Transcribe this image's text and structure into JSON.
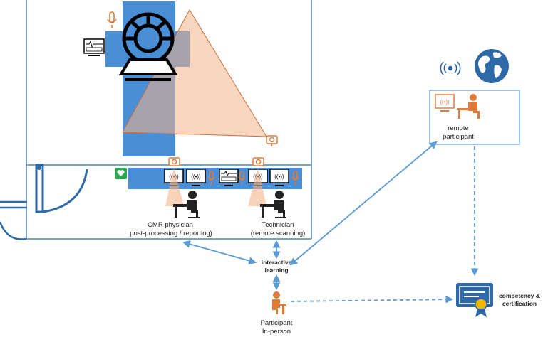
{
  "labels": {
    "cmr_physician_line1": "CMR physician",
    "cmr_physician_line2": "post-processing / reporting)",
    "technician_line1": "Technician",
    "technician_line2": "(remote scanning)",
    "remote_participant_line1": "remote",
    "remote_participant_line2": "participant",
    "interactive_line1": "interactive",
    "interactive_line2": "learning",
    "participant_line1": "Participant",
    "participant_line2": "In-person",
    "competency_line1": "competency &",
    "competency_line2": "certification"
  },
  "colors": {
    "blue": "#4a8fd6",
    "dark_blue": "#2f6aa8",
    "arrow_blue": "#5b9bd5",
    "orange": "#e07b39",
    "cone": "#f4b48a",
    "green": "#2aa84a"
  },
  "icons": [
    "microphone-icon",
    "mri-scanner-icon",
    "monitor-icon",
    "camera-icon",
    "defibrillator-icon",
    "broadcast-icon",
    "globe-icon",
    "certificate-icon",
    "person-at-desk-icon",
    "door-icon"
  ]
}
